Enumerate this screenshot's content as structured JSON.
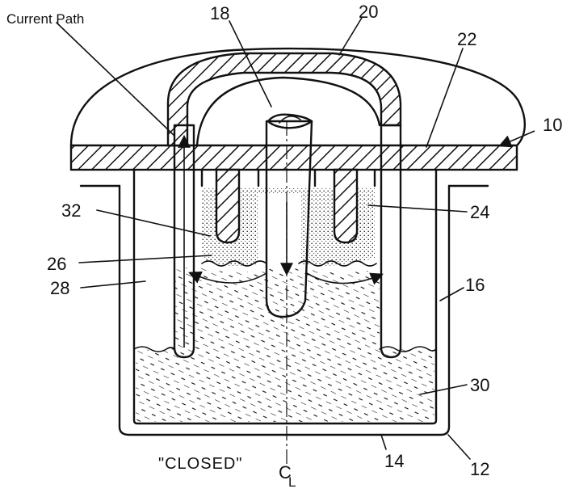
{
  "figure": {
    "labels": {
      "current_path": "Current Path",
      "ref_18": "18",
      "ref_20": "20",
      "ref_22": "22",
      "ref_10": "10",
      "ref_32": "32",
      "ref_24": "24",
      "ref_26": "26",
      "ref_28": "28",
      "ref_16": "16",
      "ref_30": "30",
      "ref_14": "14",
      "ref_12": "12",
      "state": "\"CLOSED\"",
      "centerline": "C",
      "centerline_sub": "L"
    }
  }
}
